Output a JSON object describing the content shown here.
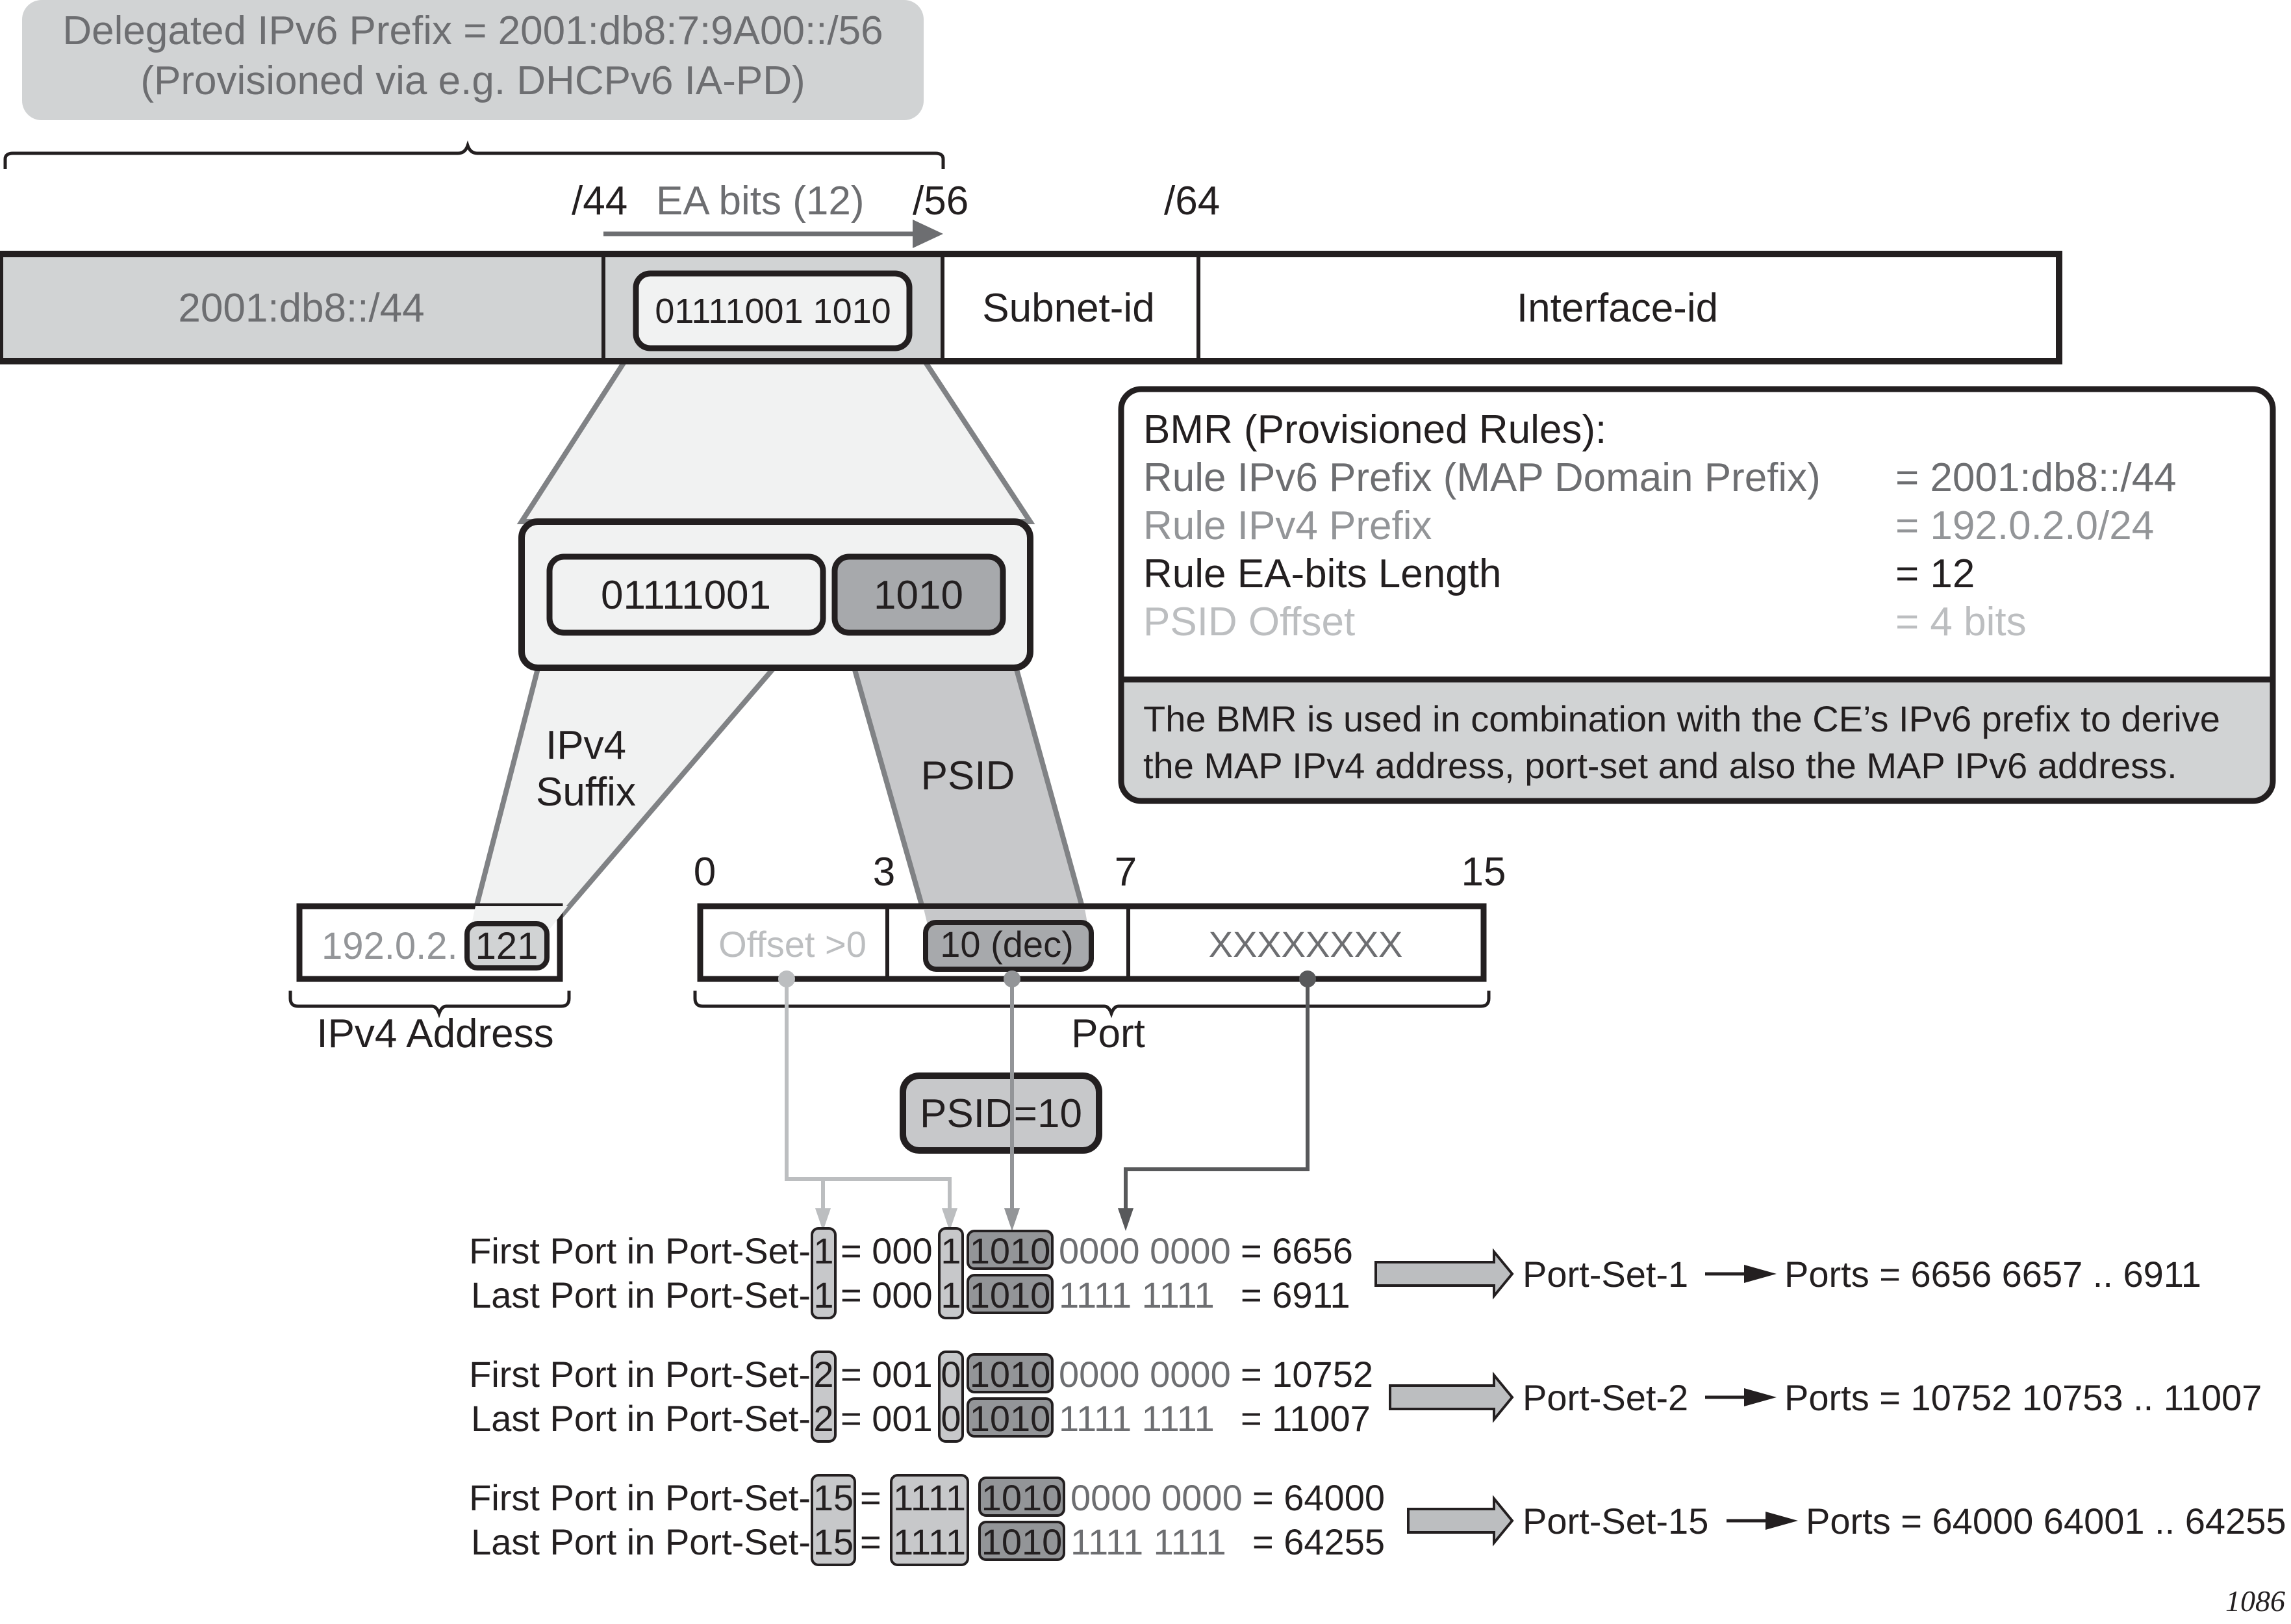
{
  "delegated_prefix": {
    "line1": "Delegated IPv6 Prefix = 2001:db8:7:9A00::/56",
    "line2": "(Provisioned via e.g. DHCPv6 IA-PD)"
  },
  "prefix_markers": {
    "p44": "/44",
    "ea_bits": "EA bits (12)",
    "p56": "/56",
    "p64": "/64"
  },
  "address_bar": {
    "rule_prefix": "2001:db8::/44",
    "ea_bits_value": "01111001 1010",
    "subnet_id": "Subnet-id",
    "interface_id": "Interface-id"
  },
  "ea_split": {
    "ipv4_suffix_bits": "01111001",
    "psid_bits": "1010",
    "ipv4_suffix_label_1": "IPv4",
    "ipv4_suffix_label_2": "Suffix",
    "psid_label": "PSID"
  },
  "bmr": {
    "title": "BMR (Provisioned Rules):",
    "rules": [
      {
        "name": "Rule IPv6 Prefix (MAP Domain Prefix)",
        "value": "= 2001:db8::/44"
      },
      {
        "name": "Rule IPv4 Prefix",
        "value": "= 192.0.2.0/24"
      },
      {
        "name": "Rule EA-bits Length",
        "value": "= 12"
      },
      {
        "name": "PSID Offset",
        "value": "= 4 bits"
      }
    ],
    "note_line1": "The BMR is used in combination with the CE’s IPv6 prefix to derive",
    "note_line2": "the MAP IPv4 address, port-set and also the MAP IPv6 address."
  },
  "ipv4": {
    "prefix": "192.0.2.",
    "suffix": "121",
    "label": "IPv4 Address"
  },
  "port": {
    "ticks": [
      "0",
      "3",
      "7",
      "15"
    ],
    "offset_field": "Offset >0",
    "psid_field": "10 (dec)",
    "rest_field": "XXXXXXXX",
    "label": "Port",
    "psid_badge": "PSID=10"
  },
  "port_sets": [
    {
      "first": {
        "label": "First Port in Port-Set-",
        "set": "1",
        "eq": "=",
        "prefix_bits": "000",
        "offset_bit": "1",
        "psid": "1010",
        "tail": "0000 0000",
        "result": "= 6656"
      },
      "last": {
        "label": "Last Port in Port-Set-",
        "set": "1",
        "eq": "=",
        "prefix_bits": "000",
        "offset_bit": "1",
        "psid": "1010",
        "tail": "1111  1111",
        "result": "= 6911"
      },
      "name": "Port-Set-1",
      "ports": "Ports = 6656 6657 .. 6911"
    },
    {
      "first": {
        "label": "First Port in Port-Set-",
        "set": "2",
        "eq": "=",
        "prefix_bits": "001",
        "offset_bit": "0",
        "psid": "1010",
        "tail": "0000 0000",
        "result": "= 10752"
      },
      "last": {
        "label": "Last Port in Port-Set-",
        "set": "2",
        "eq": "=",
        "prefix_bits": "001",
        "offset_bit": "0",
        "psid": "1010",
        "tail": "1111  1111",
        "result": "= 11007"
      },
      "name": "Port-Set-2",
      "ports": "Ports = 10752 10753 .. 11007"
    },
    {
      "first": {
        "label": "First Port in Port-Set-",
        "set": "15",
        "eq": "=",
        "prefix_bits": "",
        "offset_bit": "1111",
        "psid": "1010",
        "tail": "0000 0000",
        "result": "= 64000"
      },
      "last": {
        "label": "Last Port in Port-Set-",
        "set": "15",
        "eq": "=",
        "prefix_bits": "",
        "offset_bit": "1111",
        "psid": "1010",
        "tail": "1111  1111",
        "result": "= 64255"
      },
      "name": "Port-Set-15",
      "ports": "Ports = 64000 64001 .. 64255"
    }
  ],
  "figure_number": "1086",
  "colors": {
    "dark": "#231f20",
    "grey_fill": "#d1d3d4",
    "mid_grey": "#a7a9ac",
    "pale_fill": "#f1f2f2",
    "text_mid": "#6d6e71"
  }
}
